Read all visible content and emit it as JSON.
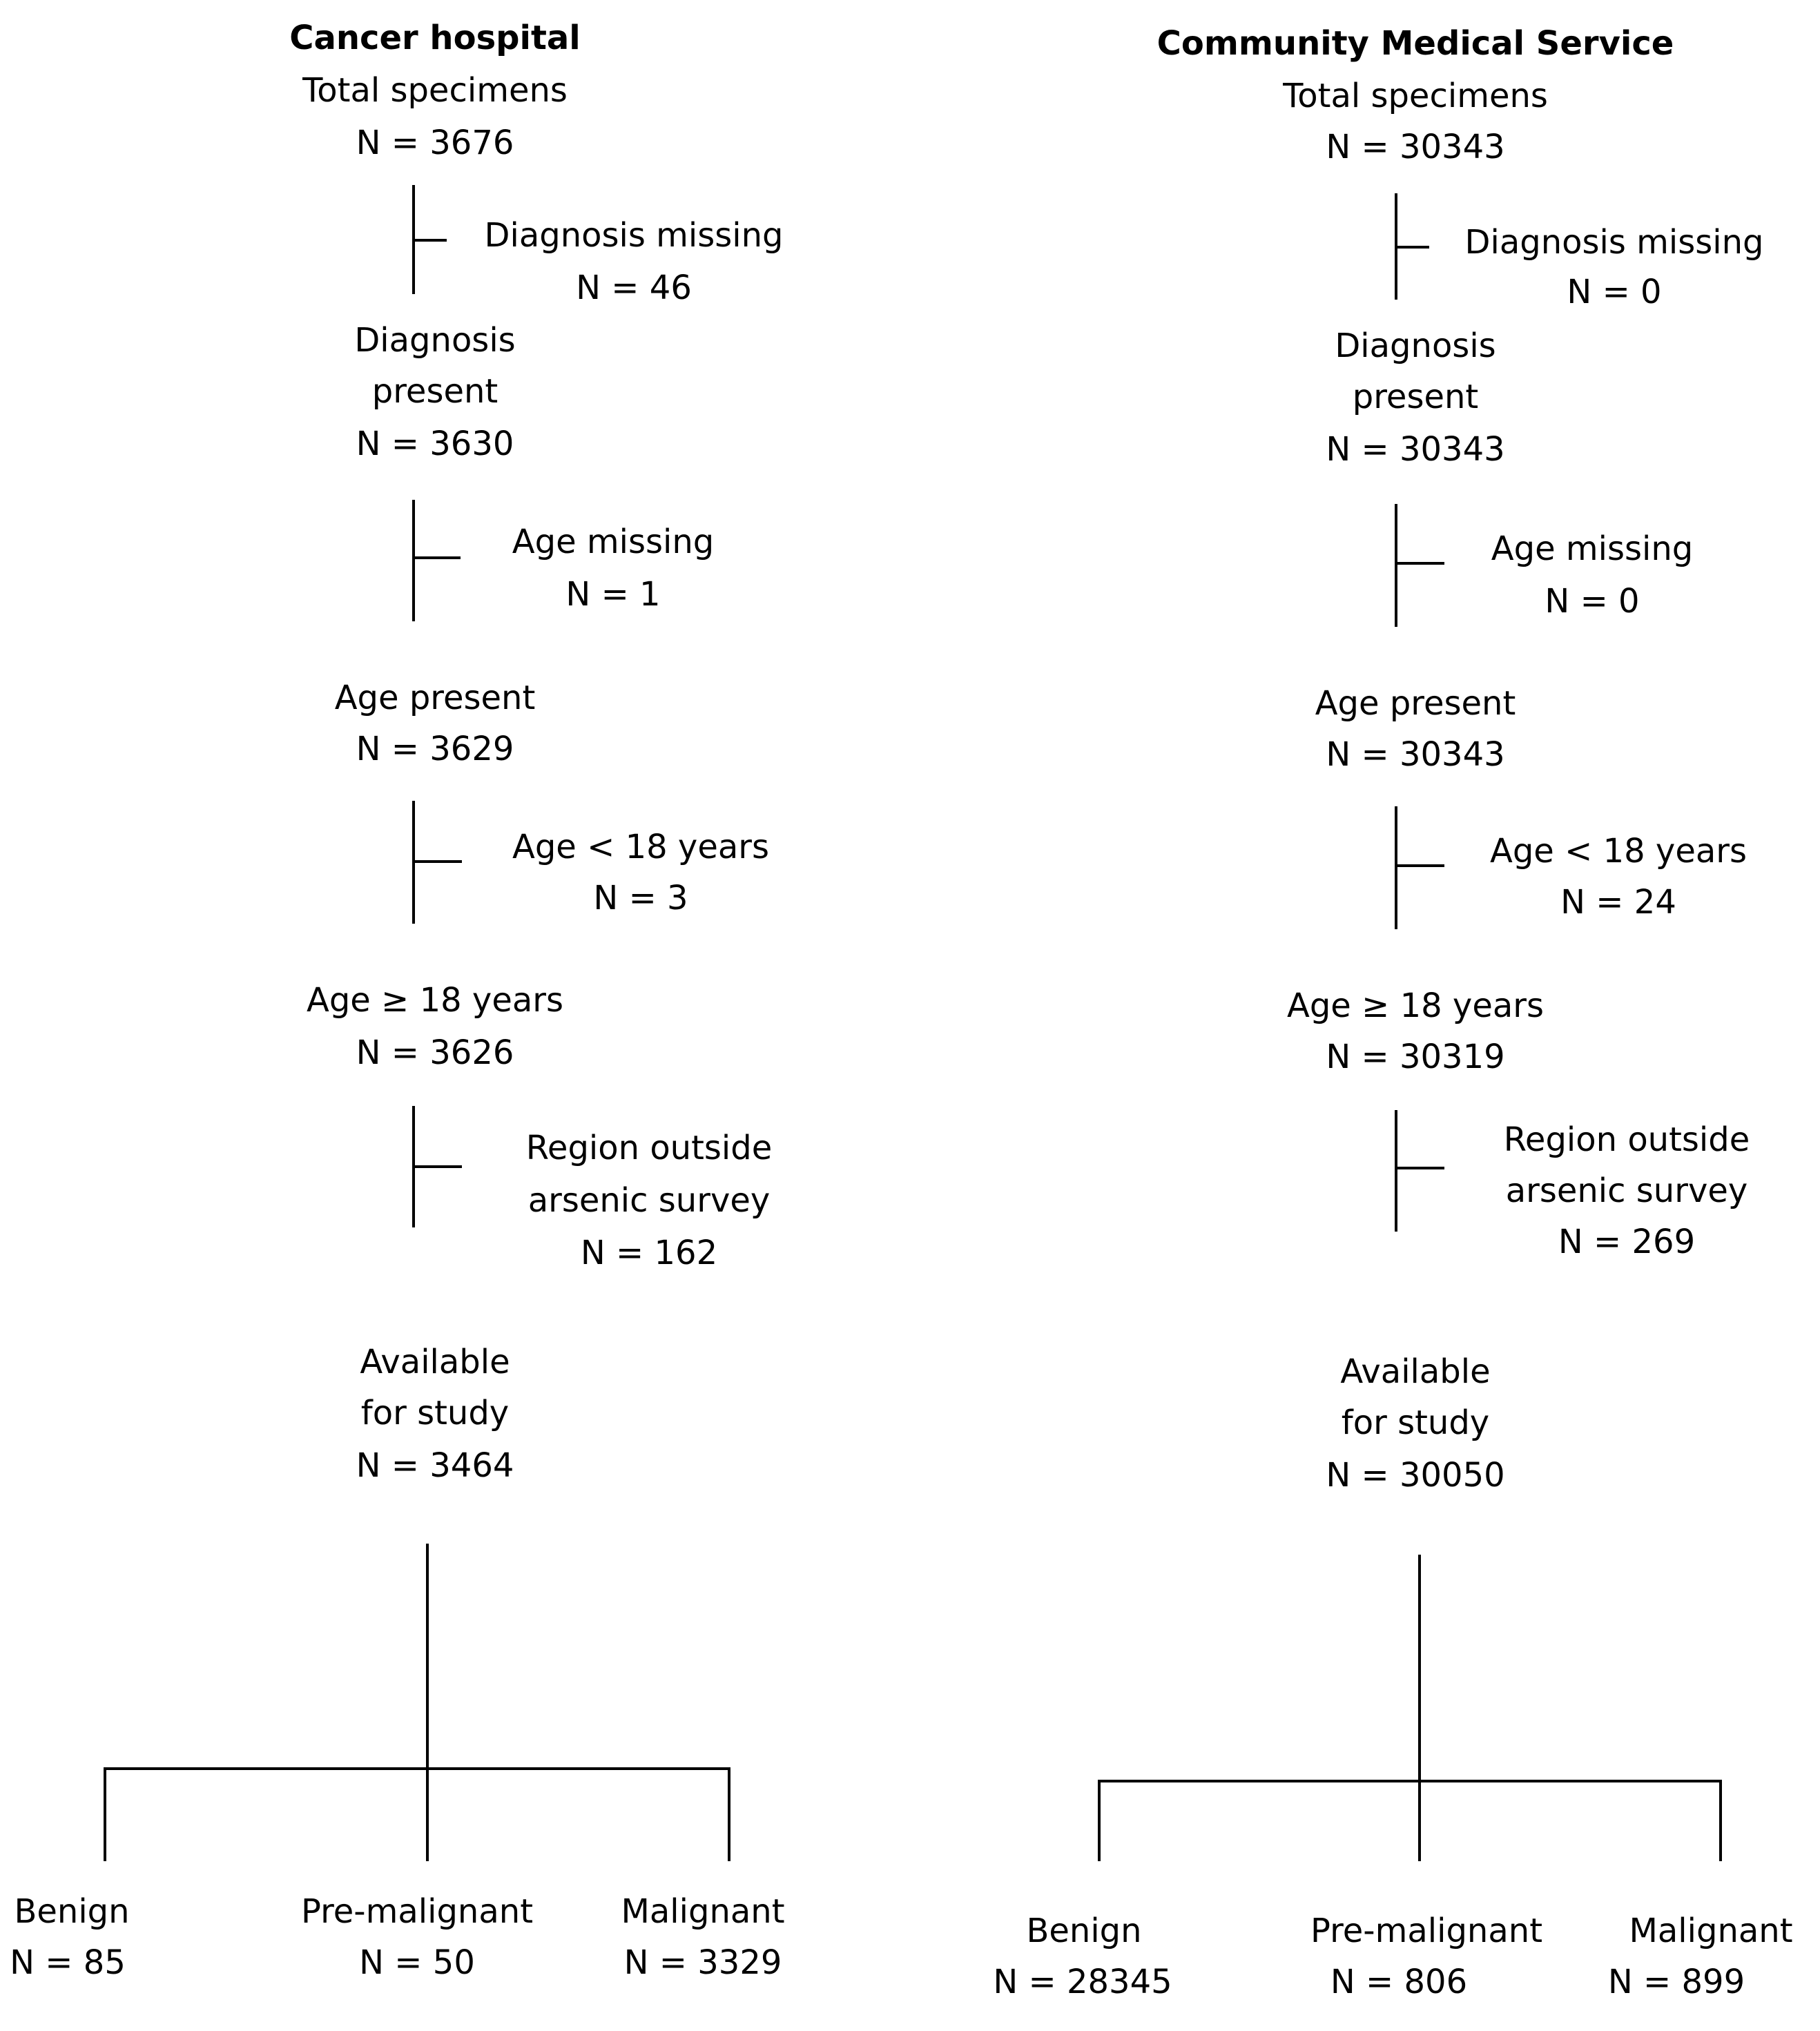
{
  "left": {
    "title": "Cancer hospital",
    "total": {
      "l1": "Total specimens",
      "n": "N = 3676"
    },
    "diag_missing": {
      "l1": "Diagnosis missing",
      "n": "N = 46"
    },
    "diag_present": {
      "l1": "Diagnosis",
      "l2": "present",
      "n": "N = 3630"
    },
    "age_missing": {
      "l1": "Age missing",
      "n": "N = 1"
    },
    "age_present": {
      "l1": "Age present",
      "n": "N = 3629"
    },
    "age_under": {
      "l1": "Age < 18 years",
      "n": "N = 3"
    },
    "age_over": {
      "l1": "Age ≥ 18 years",
      "n": "N = 3626"
    },
    "region": {
      "l1": "Region outside",
      "l2": "arsenic survey",
      "n": "N = 162"
    },
    "available": {
      "l1": "Available",
      "l2": "for study",
      "n": "N = 3464"
    },
    "benign": {
      "l1": "Benign",
      "n": "N = 85"
    },
    "premalignant": {
      "l1": "Pre-malignant",
      "n": "N = 50"
    },
    "malignant": {
      "l1": "Malignant",
      "n": "N = 3329"
    }
  },
  "right": {
    "title": "Community Medical Service",
    "total": {
      "l1": "Total specimens",
      "n": "N = 30343"
    },
    "diag_missing": {
      "l1": "Diagnosis missing",
      "n": "N = 0"
    },
    "diag_present": {
      "l1": "Diagnosis",
      "l2": "present",
      "n": "N = 30343"
    },
    "age_missing": {
      "l1": "Age missing",
      "n": "N = 0"
    },
    "age_present": {
      "l1": "Age present",
      "n": "N = 30343"
    },
    "age_under": {
      "l1": "Age < 18 years",
      "n": "N = 24"
    },
    "age_over": {
      "l1": "Age ≥ 18 years",
      "n": "N = 30319"
    },
    "region": {
      "l1": "Region outside",
      "l2": "arsenic survey",
      "n": "N = 269"
    },
    "available": {
      "l1": "Available",
      "l2": "for study",
      "n": "N = 30050"
    },
    "benign": {
      "l1": "Benign",
      "n": "N = 28345"
    },
    "premalignant": {
      "l1": "Pre-malignant",
      "n": "N = 806"
    },
    "malignant": {
      "l1": "Malignant",
      "n": "N = 899"
    }
  }
}
